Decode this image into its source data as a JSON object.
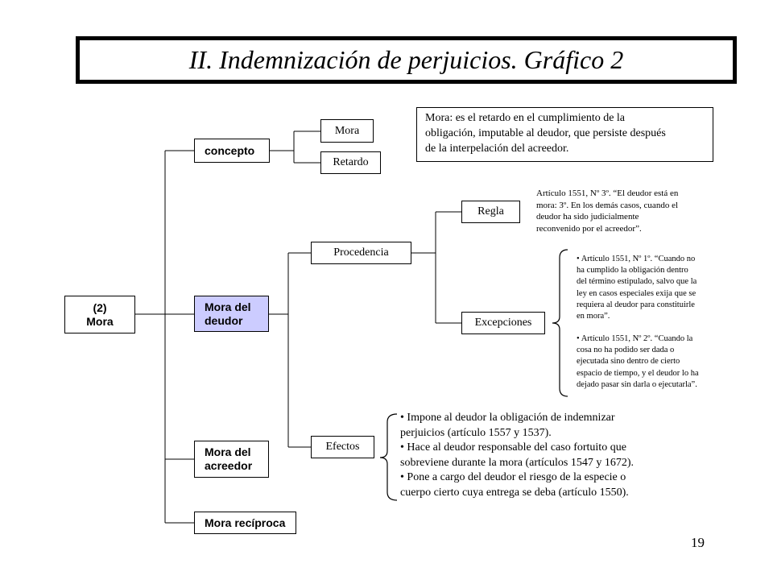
{
  "title": "II. Indemnización de perjuicios. Gráfico 2",
  "nodes": {
    "root_line1": "(2)",
    "root_line2": "Mora",
    "concepto": "concepto",
    "mora_del_deudor_line1": "Mora del",
    "mora_del_deudor_line2": "deudor",
    "mora_del_acreedor_line1": "Mora del",
    "mora_del_acreedor_line2": "acreedor",
    "mora_reciproca": "Mora recíproca",
    "mora": "Mora",
    "retardo": "Retardo",
    "procedencia": "Procedencia",
    "efectos": "Efectos",
    "regla": "Regla",
    "excepciones": "Excepciones"
  },
  "definition": {
    "lines": [
      "Mora: es el retardo en el cumplimiento de la",
      "obligación, imputable al deudor, que persiste después",
      "de la interpelación del acreedor."
    ]
  },
  "regla_note": {
    "lines": [
      "Artículo 1551, Nº 3º. “El deudor está en",
      "mora: 3º. En los demás casos, cuando el",
      "deudor ha sido judicialmente",
      "reconvenido por el acreedor”."
    ]
  },
  "excepciones_notes": {
    "first": [
      "• Artículo 1551, Nº 1º. “Cuando no",
      "ha cumplido la obligación dentro",
      "del término estipulado, salvo que la",
      "ley en casos especiales exija que se",
      "requiera al deudor para constituirle",
      "en mora”."
    ],
    "second": [
      "• Artículo 1551, Nº 2º. “Cuando la",
      "cosa no ha podido ser dada o",
      "ejecutada sino dentro de cierto",
      "espacio de tiempo, y el deudor lo ha",
      "dejado pasar sin darla o ejecutarla”."
    ]
  },
  "efectos_list": {
    "lines": [
      "• Impone al deudor la obligación de indemnizar",
      "perjuicios (artículo 1557 y 1537).",
      "• Hace al deudor responsable del caso fortuito que",
      "sobreviene durante la mora (artículos 1547 y 1672).",
      "• Pone a cargo del deudor el riesgo de la especie o",
      "cuerpo cierto cuya entrega se deba (artículo 1550)."
    ]
  },
  "page_number": "19",
  "colors": {
    "highlight": "#ccccff",
    "line": "#000000"
  }
}
